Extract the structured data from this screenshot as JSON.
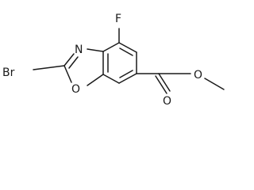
{
  "molecule": {
    "atoms": {
      "fluorine": "F",
      "bromine": "Br",
      "ring_nitrogen": "N",
      "ring_oxygen": "O",
      "carbonyl_oxygen": "O",
      "ester_oxygen": "O"
    },
    "colors": {
      "ink": "#1a1a1a",
      "background": "#ffffff"
    }
  }
}
